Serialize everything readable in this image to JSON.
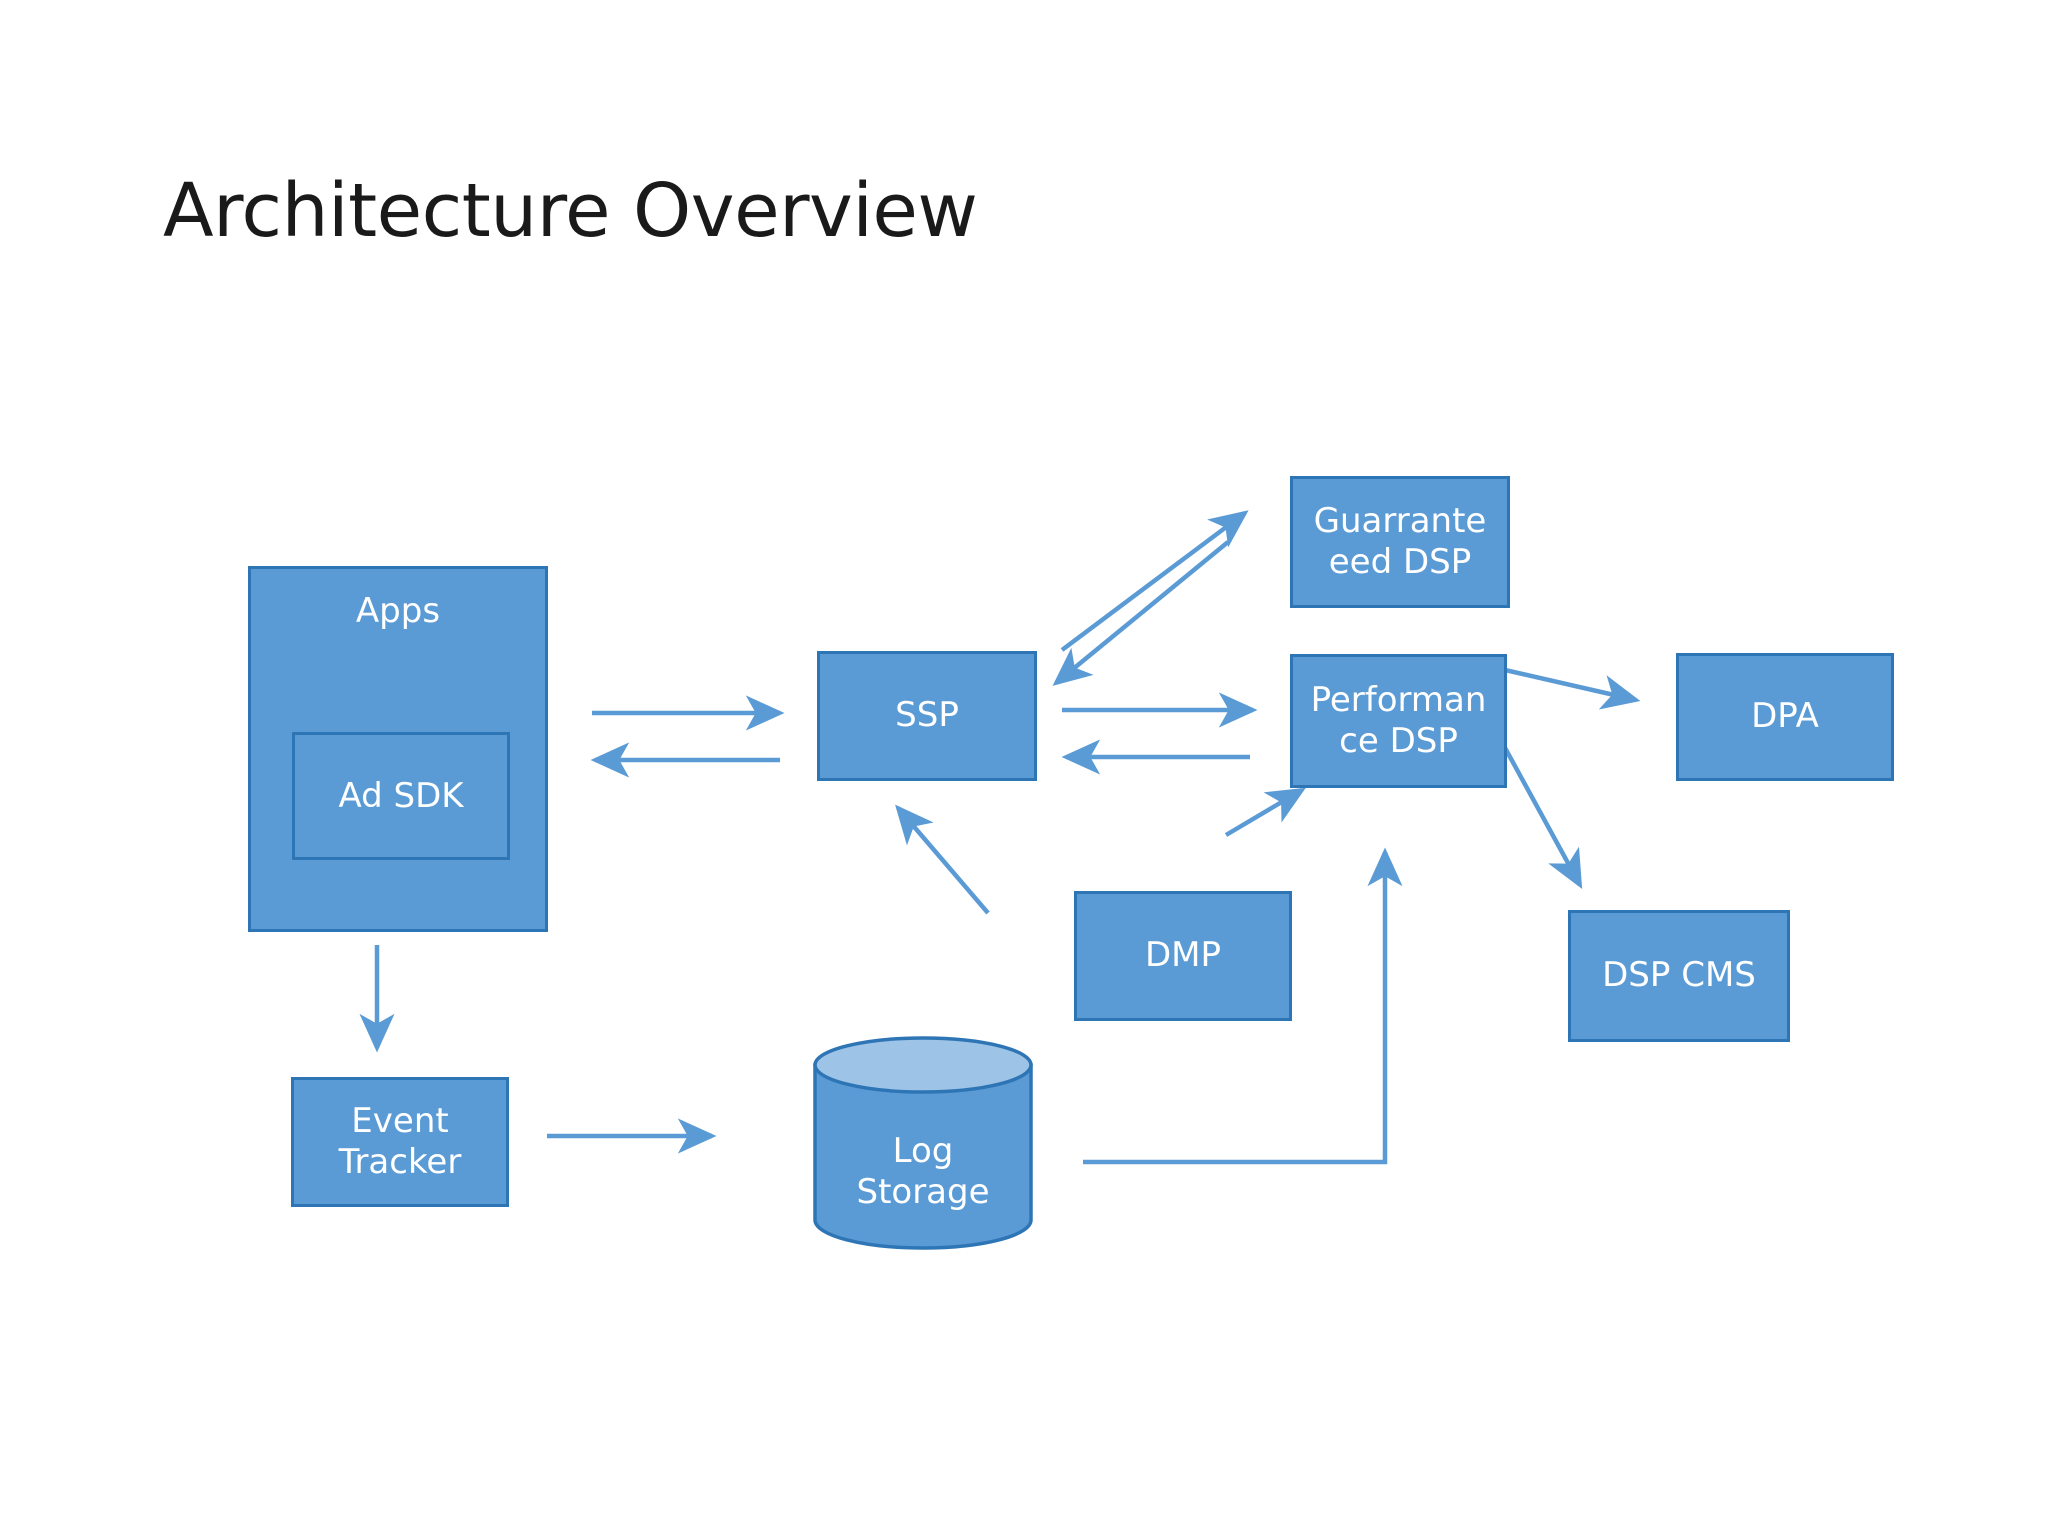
{
  "slide": {
    "title": "Architecture Overview",
    "background_color": "#FFFFFF",
    "title_color": "#1A1A1A"
  },
  "theme": {
    "node_fill": "#5B9BD5",
    "node_border": "#2E75B6",
    "node_text": "#FFFFFF",
    "arrow_color": "#5B9BD5",
    "cylinder_top_fill": "#9DC3E6"
  },
  "nodes": {
    "apps": {
      "label": "Apps",
      "shape": "rect"
    },
    "ad_sdk": {
      "label": "Ad SDK",
      "shape": "rect"
    },
    "ssp": {
      "label": "SSP",
      "shape": "rect"
    },
    "guaranteed_dsp": {
      "label": "Guarrante eed DSP",
      "line1": "Guarrante",
      "line2": "eed DSP",
      "shape": "rect"
    },
    "performance_dsp": {
      "label": "Performan ce DSP",
      "line1": "Performan",
      "line2": "ce DSP",
      "shape": "rect"
    },
    "dpa": {
      "label": "DPA",
      "shape": "rect"
    },
    "dsp_cms": {
      "label": "DSP CMS",
      "shape": "rect"
    },
    "dmp": {
      "label": "DMP",
      "shape": "rect"
    },
    "event_tracker": {
      "label": "Event Tracker",
      "line1": "Event",
      "line2": "Tracker",
      "shape": "rect"
    },
    "log_storage": {
      "label": "Log Storage",
      "line1": "Log",
      "line2": "Storage",
      "shape": "cylinder"
    }
  },
  "edges": [
    {
      "id": "apps-to-ssp",
      "from": "apps",
      "to": "ssp",
      "direction": "forward",
      "style": "straight"
    },
    {
      "id": "ssp-to-apps",
      "from": "ssp",
      "to": "apps",
      "direction": "forward",
      "style": "straight"
    },
    {
      "id": "ssp-to-guaranteed-dsp",
      "from": "ssp",
      "to": "guaranteed_dsp",
      "direction": "forward",
      "style": "diagonal"
    },
    {
      "id": "guaranteed-dsp-to-ssp",
      "from": "guaranteed_dsp",
      "to": "ssp",
      "direction": "forward",
      "style": "diagonal"
    },
    {
      "id": "ssp-to-performance-dsp",
      "from": "ssp",
      "to": "performance_dsp",
      "direction": "forward",
      "style": "straight"
    },
    {
      "id": "performance-dsp-to-ssp",
      "from": "performance_dsp",
      "to": "ssp",
      "direction": "forward",
      "style": "straight"
    },
    {
      "id": "performance-dsp-to-dpa",
      "from": "performance_dsp",
      "to": "dpa",
      "direction": "forward",
      "style": "diagonal"
    },
    {
      "id": "performance-dsp-to-dsp-cms",
      "from": "performance_dsp",
      "to": "dsp_cms",
      "direction": "forward",
      "style": "diagonal"
    },
    {
      "id": "dmp-to-performance-dsp",
      "from": "dmp",
      "to": "performance_dsp",
      "direction": "forward",
      "style": "diagonal"
    },
    {
      "id": "apps-to-event-tracker",
      "from": "apps",
      "to": "event_tracker",
      "direction": "forward",
      "style": "vertical"
    },
    {
      "id": "event-tracker-to-log-storage",
      "from": "event_tracker",
      "to": "log_storage",
      "direction": "forward",
      "style": "straight"
    },
    {
      "id": "log-storage-to-ssp",
      "from": "log_storage",
      "to": "ssp",
      "direction": "forward",
      "style": "diagonal"
    },
    {
      "id": "log-storage-to-performance-dsp",
      "from": "log_storage",
      "to": "performance_dsp",
      "direction": "forward",
      "style": "elbow"
    }
  ]
}
